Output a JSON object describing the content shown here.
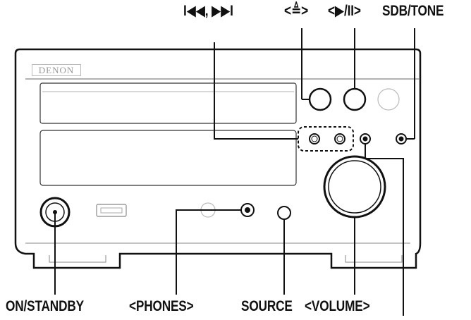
{
  "labels": {
    "skip": "I◀◀, ▶▶I",
    "eject": "<≜>",
    "play_pause": "<▶/II>",
    "sdb_tone": "SDB/TONE",
    "on_standby": "ON/STANDBY",
    "phones": "<PHONES>",
    "source": "SOURCE",
    "volume": "<VOLUME>"
  },
  "brand": "DENON",
  "colors": {
    "line": "#111111",
    "panel_line": "#444444",
    "faint": "#bbbbbb"
  }
}
